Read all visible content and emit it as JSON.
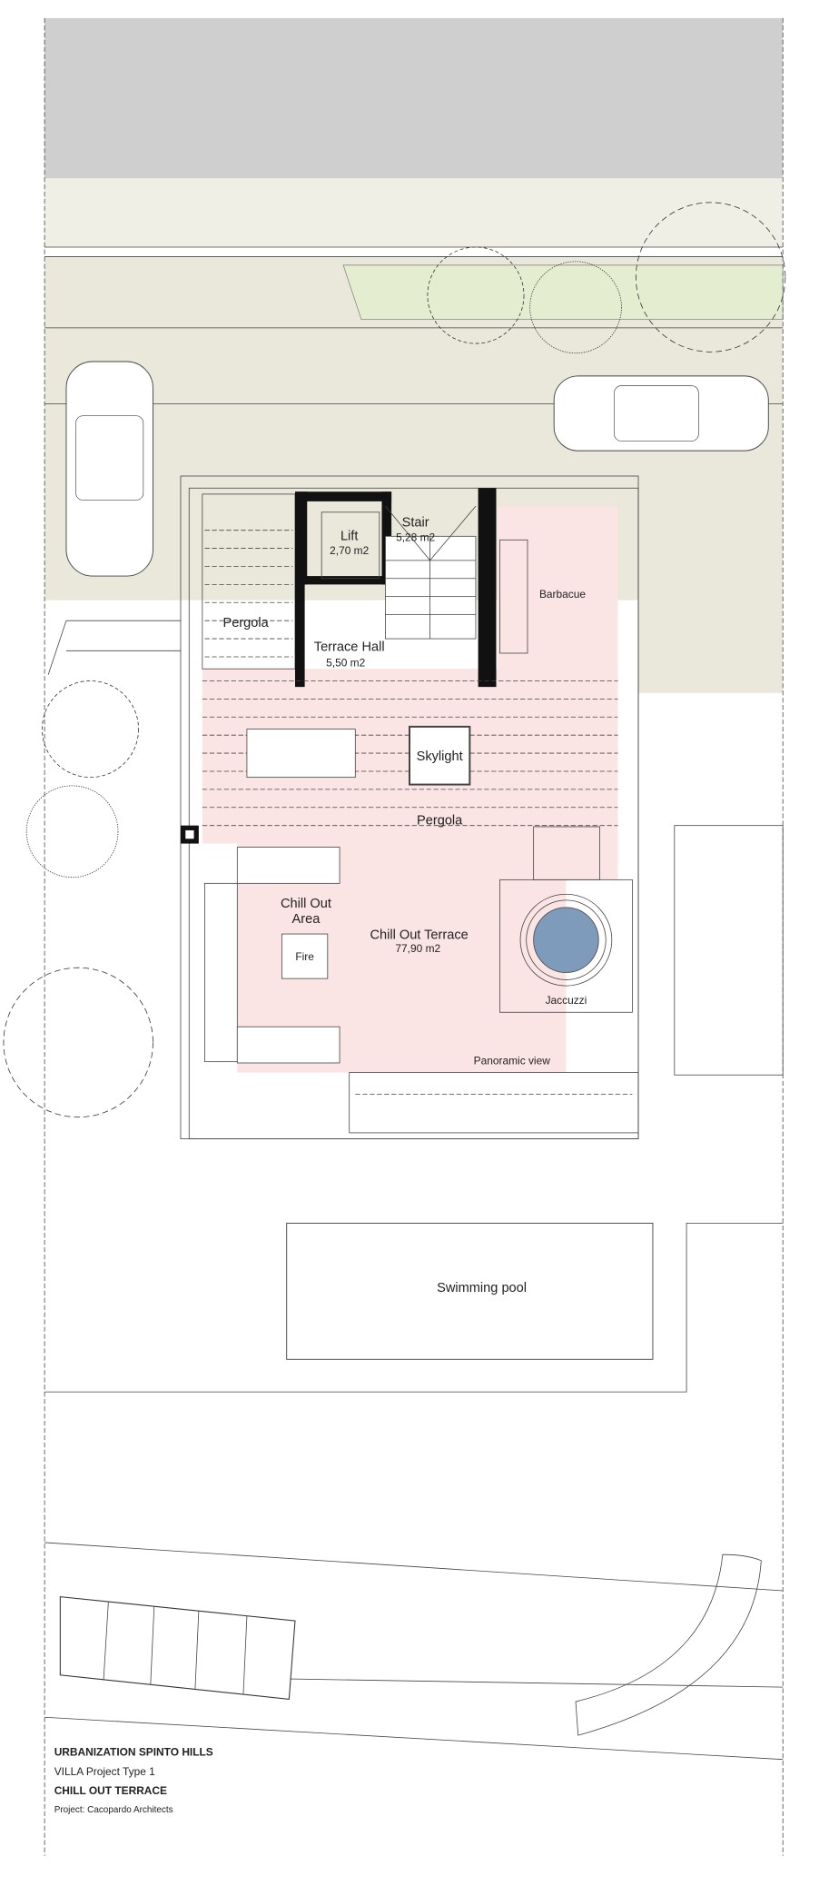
{
  "colors": {
    "street": "#cfcfcf",
    "sidewalk": "#efefe6",
    "driveway": "#e9e8da",
    "garden": "#e5edd0",
    "terrace": "#fbe4e4",
    "jacuzzi_water": "#7f9bbb"
  },
  "rooms": {
    "lift": {
      "name": "Lift",
      "area": "2,70 m2"
    },
    "stair": {
      "name": "Stair",
      "area": "5,28 m2"
    },
    "terrace_hall": {
      "name": "Terrace Hall",
      "area": "5,50 m2"
    },
    "pergola_north": "Pergola",
    "barbecue": "Barbacue",
    "skylight": "Skylight",
    "pergola_south": "Pergola",
    "chill_out_area": [
      "Chill Out",
      "Area"
    ],
    "fire": "Fire",
    "chill_out_terrace": {
      "name": "Chill Out Terrace",
      "area": "77,90 m2"
    },
    "jacuzzi": "Jaccuzzi",
    "panoramic_view": "Panoramic view",
    "swimming_pool": "Swimming pool"
  },
  "title_block": {
    "urbanization": "URBANIZATION SPINTO HILLS",
    "villa": "VILLA Project Type 1",
    "sheet": "CHILL OUT TERRACE",
    "project": "Project: Cacopardo Architects"
  }
}
